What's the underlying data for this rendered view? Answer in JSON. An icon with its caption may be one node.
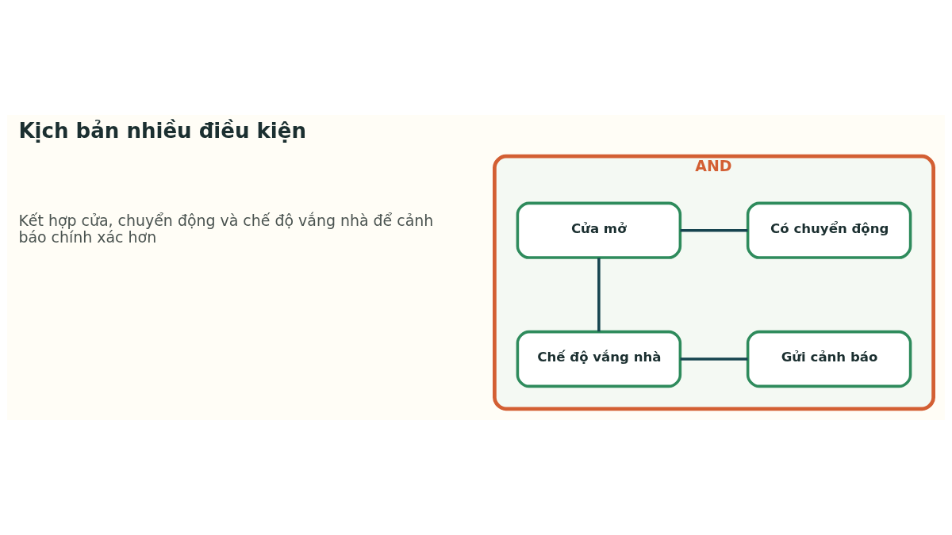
{
  "diagram": {
    "title": "Kịch bản nhiều điều kiện",
    "nodes": [
      {
        "text": [
          "AND"
        ]
      },
      {
        "text": [
          "Cửa mở"
        ],
        "in": 0
      },
      {
        "text": [
          "Có chuyển động"
        ],
        "in": 0
      },
      {
        "text": [
          "Chế độ vắng nhà"
        ],
        "in": 0
      },
      {
        "text": [
          "Gửi cảnh báo"
        ],
        "in": 0
      }
    ],
    "edges": [
      {
        "from": 1,
        "to": 2,
        "arrow": "none"
      },
      {
        "from": 1,
        "to": 3,
        "arrow": "none"
      },
      {
        "from": 3,
        "to": 4,
        "arrow": "none"
      }
    ],
    "labels": [
      "Kết hợp cửa, chuyển động và chế độ vắng nhà để cảnh báo chính xác hơn"
    ]
  }
}
